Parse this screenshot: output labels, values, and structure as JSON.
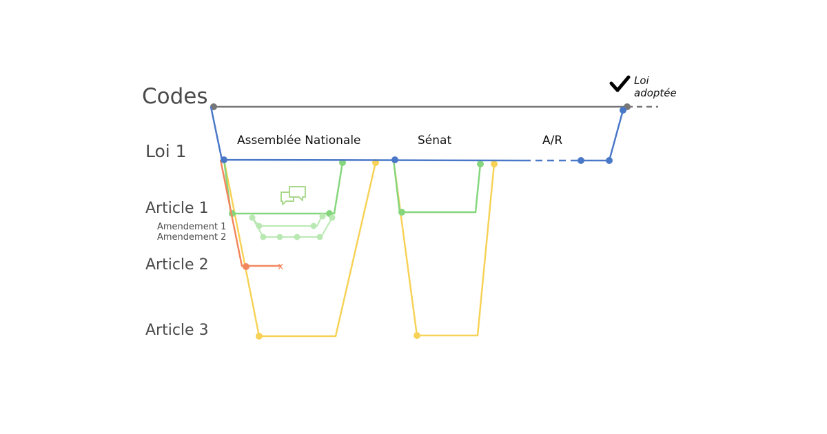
{
  "rows": {
    "codes": "Codes",
    "loi": "Loi 1",
    "article1": "Article 1",
    "amendement1": "Amendement 1",
    "amendement2": "Amendement 2",
    "article2": "Article 2",
    "article3": "Article 3"
  },
  "phases": {
    "assemblee": "Assemblée Nationale",
    "senat": "Sénat",
    "ar": "A/R"
  },
  "status": {
    "line1": "Loi",
    "line2": "adoptée"
  },
  "rejected_mark": "x",
  "colors": {
    "codes": "#777777",
    "loi": "#4a78c8",
    "article1": "#86d67e",
    "amendements": "#b9e8b3",
    "article2": "#f2875e",
    "article3": "#f7d257"
  },
  "icons": [
    "checkmark-icon",
    "chat-bubbles-icon"
  ]
}
